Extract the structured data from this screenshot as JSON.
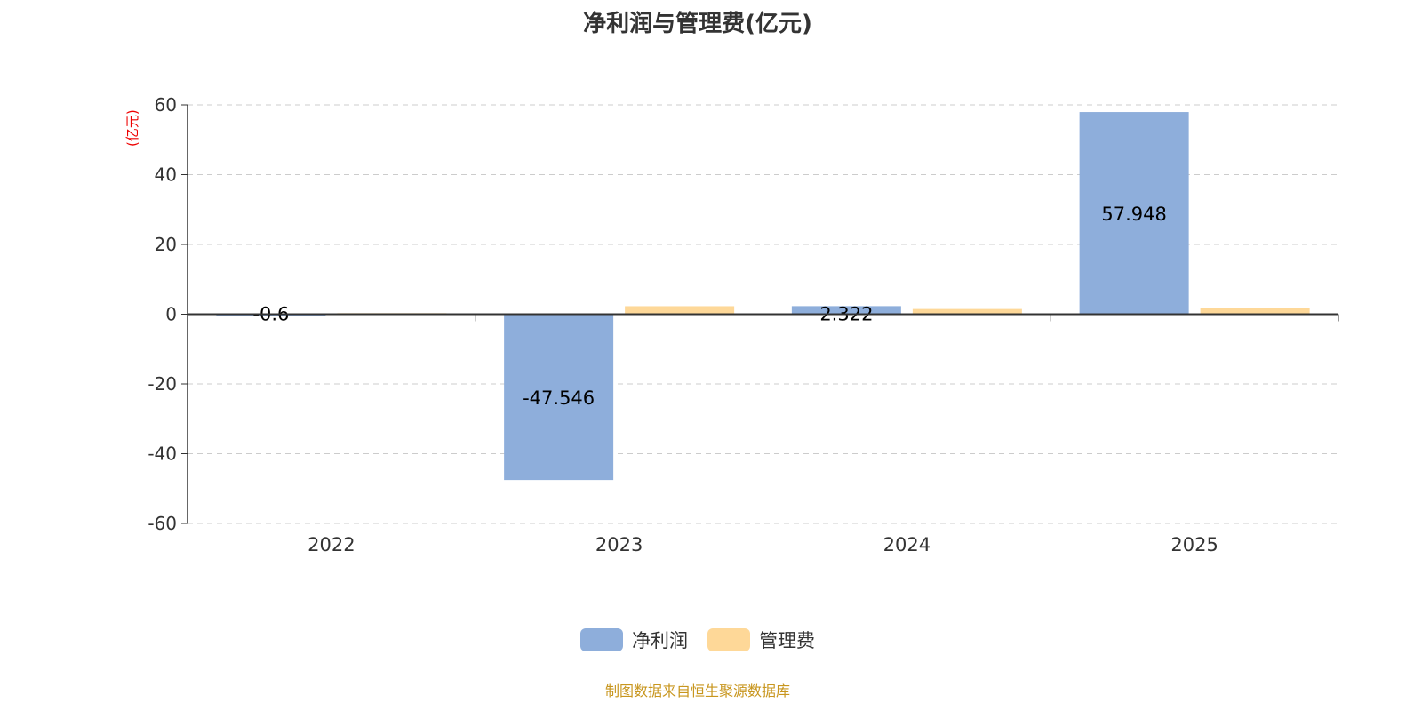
{
  "chart_data": {
    "type": "bar",
    "title": "净利润与管理费(亿元)",
    "ylabel": "(亿元)",
    "xlabel": "",
    "categories": [
      "2022",
      "2023",
      "2024",
      "2025"
    ],
    "ylim": [
      -60,
      60
    ],
    "yticks": [
      60,
      40,
      20,
      0,
      -20,
      -40,
      -60
    ],
    "grid": true,
    "legend_position": "bottom",
    "series": [
      {
        "name": "净利润",
        "color": "#8eaedb",
        "values": [
          -0.6,
          -47.546,
          2.322,
          57.948
        ],
        "labels": [
          "-0.6",
          "-47.546",
          "2.322",
          "57.948"
        ]
      },
      {
        "name": "管理费",
        "color": "#fed898",
        "values": [
          0.3,
          2.3,
          1.5,
          1.8
        ]
      }
    ]
  },
  "source": "制图数据来自恒生聚源数据库"
}
